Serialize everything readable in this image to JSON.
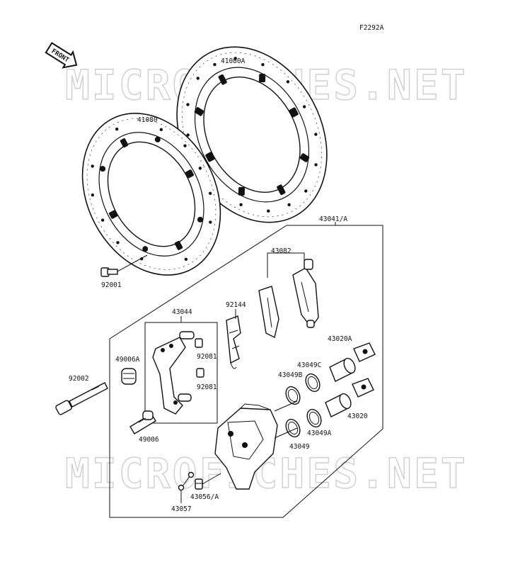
{
  "diagram_code": "F2292A",
  "front_arrow_label": "FRONT",
  "watermark_text": "MICROFICHES.NET",
  "colors": {
    "line": "#111111",
    "watermark": "#cfcfcf",
    "background": "#ffffff"
  },
  "parts": {
    "disc_rear": "41080A",
    "disc_front": "41080",
    "disc_bolt": "92001",
    "caliper_assy": "43041/A",
    "pad_set": "43082",
    "spring": "92144",
    "bracket": "43044",
    "boot_a": "49006A",
    "pin_boot_1": "92081",
    "pin_boot_2": "92081",
    "caliper_bolt": "92002",
    "boot": "49006",
    "seal_b": "43049B",
    "seal_c": "43049C",
    "piston_a": "43020A",
    "piston": "43020",
    "seal_a": "43049A",
    "seal": "43049",
    "bleed_valve": "43056/A",
    "bleed_cap": "43057"
  }
}
